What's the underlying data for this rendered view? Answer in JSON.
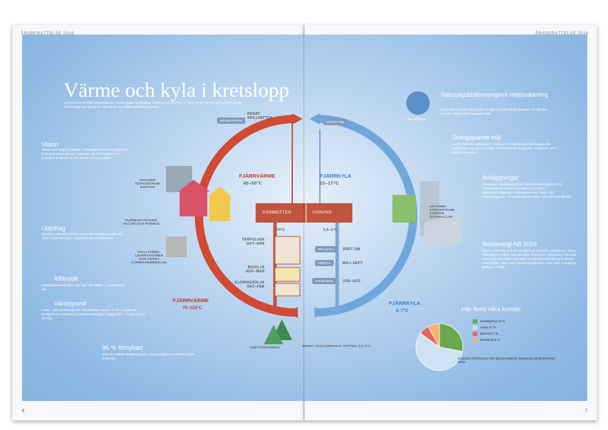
{
  "header": {
    "left": "ÅRSBERÄTTELSE 2016",
    "right": "ÅRSBERÄTTELSE 2016"
  },
  "page_numbers": {
    "left": "6",
    "right": "7"
  },
  "title": "Värme och kyla i kretslopp",
  "intro": "Norrenergi är ett lokalt energibolag som verkar i Solna, Sundbyberg, Danderyd och Bromma. Vi förser fler än 100 000 invånare och ett stort antal företag med fjärrvärme. Vårt bidrag till en hållbar samhällsutveckling...",
  "left_col": {
    "vision_h": "Vision",
    "vision_t": "Tillsammans skapar vi livskraft. I våra städer finns ett energisystem baserat på värme och kyla i kretslopp, där Norrenergi med sin produktion är hjärtat och våra kunder och leverantörer ...",
    "uppdrag_h": "Uppdrag",
    "uppdrag_t": "Bolagets verksamhet skall drivas på affärsmässiga grunder och utifrån kundernas behov erbjuda fjärrvärme och fjärrkyla ...",
    "affarside_h": "Affärsidé",
    "affarside_t": "Kretsloppsbaserad värme och kyla i våra städer – resurssmart för alla.",
    "vardegrund_h": "Värdegrund",
    "vardegrund_t": "Vi kan – Med vår kunskap och erfarenhet tar vi ansvar. Vi vill – Snabbt och smidigt finner vi lösningar på dagens utmaningar. Vi lägger oss i – Vi bryr oss om vår miljö.",
    "fornybart_h": "96 % förnybart",
    "fornybart_t": "2016 var andelen förnybart bränsle i vår produktion 96 % inklusive fossil pumpkraft."
  },
  "diagram": {
    "reningsverk": "RENINGSVERK",
    "renat": "RENAT\nSPILLVATTEN",
    "sjovatten": "SJÖVATTEN",
    "fv_top_h": "FJÄRRVÄRME",
    "fv_top_t": "40–50°C",
    "fk_top_h": "FJÄRRKYLA",
    "fk_top_t": "15–17°C",
    "varmeater": "VÄRMEÅTER",
    "vinning": "VINNING",
    "c70": "70°C",
    "c05": "0,5–2°C",
    "trapulver": "TRÄPULVER\nOKT–APR",
    "bioolja": "BIOOLJA\nNOV–MAR",
    "eldningsolja": "ELDNINGSOLJA\nDEC–FEB",
    "spillkyla": "SPILLKYLA",
    "aret_om": "ÅRET OM",
    "frikyla": "FRIKYLA",
    "maj_sept": "MAJ–SEPT",
    "kylmaskin": "KYLMASKIN",
    "jun_aug": "JUN–AUG",
    "fv_bot_h": "FJÄRRVÄRME",
    "fv_bot_t": "70–115°C",
    "fk_bot_h": "FJÄRRKYLA",
    "fk_bot_t": "5–7°C",
    "askaterforing": "ASKÅTERFÖRING",
    "renat_sv": "RENAT OCH SVERSATT VATTEN, 0,5–2°C",
    "affarer": "AFFÄRER\nKÖPCENTRUM\nKONTOR",
    "flerbost": "FLERBOSTADSHUS\nVILLOR OCH RADHUS",
    "spillv_lev": "SPILLVÄRME-\nLEVERANTÖRER\nOCH ANDRA\nFJÄRRVÄRMEBOLAG",
    "affarer2": "AFFÄRER\nKÖPCENTRUM\nKONTOR\nDATAHALLAR"
  },
  "right_col": {
    "bra_miljoval": "Bra Miljöval",
    "natur_h": "Naturskyddsföreningens miljömärkning",
    "natur_t": "Norrenergi var första energibolag i Sverige att märka all sin fjärrvärme och fjärrkyla med Bra Miljöval 2008 respektive 2009.",
    "mal_h": "Övergripande mål",
    "mal_t": "Kunder: Rätt pris nöjda kunder, NKI minst 78. Medarbetare: Rätt engagerade medarbetare, NMI minst 79. Miljö: 100 % förnybart verksamhet. Lönsamhet: 20 % soliditet i koncernen.",
    "anl_h": "Anläggningar",
    "anl_t": "Solnaverket: Bioeldanläggning – värmepumpanläggning och 5 hetvattenpannor med en total effekt på 380 MW. 2 fjärrkylmaskinaggregat. Sundbybergsverket: Spets- och reservanläggning – 3 hetvattenpannor med en total effekt på 185 MW.",
    "ab_h": "Norrenergi AB 2016",
    "ab_t": "Ägare: Solna stad (2/3) och Sundbybergs stad (1/3). Huvudkontor: Solna Strandväg 96, Solna. Antal anställda: 75 personer. Omsättning: Cirka 800 mnkr. Kärnverksamhet: Fjärrvärme och fjärrkyla med tillhörande tjänster. Antal kunder: Cirka 1 800. Försäljning fjärrvärme: 1021 GWh. Försäljning fjärrkyla: 70 GWh.",
    "kunder_h": "Här finns våra kunder",
    "kunder_note": "Geografisk fördelning av våra fjärrvärmekunder baserat på antalet levererad värme."
  },
  "pie": {
    "type": "pie",
    "slices": [
      {
        "label": "Sundbyberg 28 %",
        "value": 28,
        "color": "#6aa84f"
      },
      {
        "label": "Solna 57 %",
        "value": 57,
        "color": "#cfe2f3"
      },
      {
        "label": "Bromma 7 %",
        "value": 7,
        "color": "#e06666"
      },
      {
        "label": "Danderyd 8 %",
        "value": 8,
        "color": "#f6b26b"
      }
    ]
  }
}
